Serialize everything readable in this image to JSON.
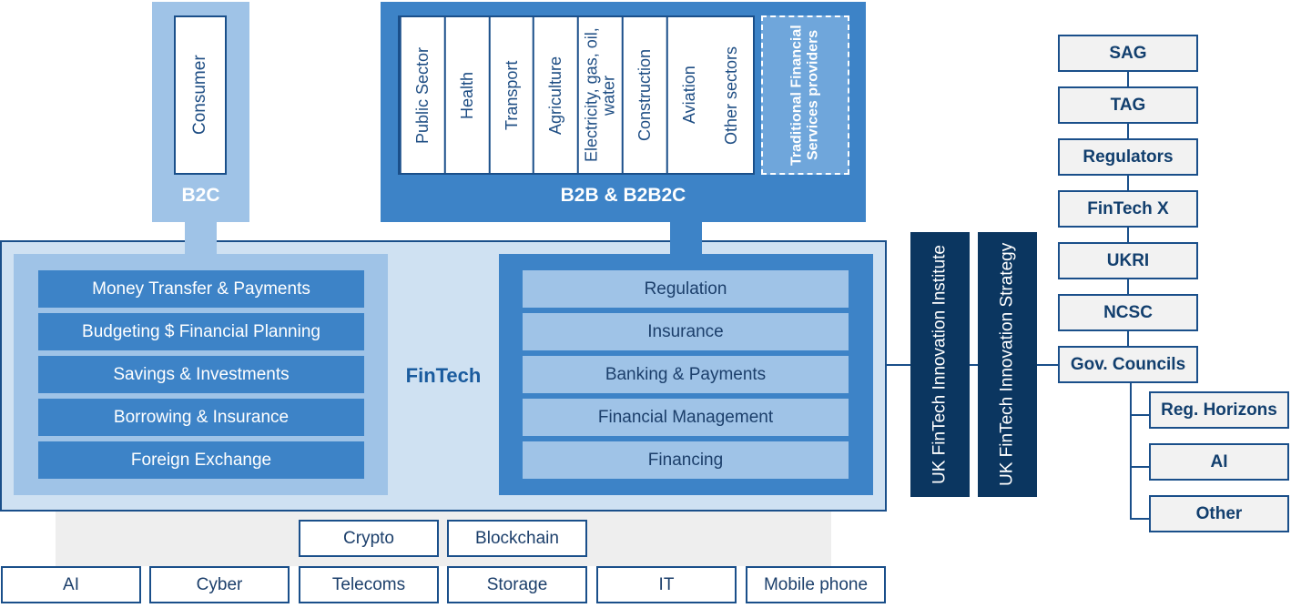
{
  "b2c": {
    "label": "B2C",
    "consumer": "Consumer"
  },
  "b2b": {
    "label": "B2B & B2B2C",
    "sectors": [
      "Public Sector",
      "Health",
      "Transport",
      "Agriculture",
      "Electricity, gas, oil, water",
      "Construction",
      "Aviation",
      "Other sectors"
    ],
    "traditional": "Traditional Financial Services providers"
  },
  "fintech": {
    "label": "FinTech",
    "b2c_services": [
      "Money Transfer & Payments",
      "Budgeting $ Financial Planning",
      "Savings & Investments",
      "Borrowing & Insurance",
      "Foreign Exchange"
    ],
    "b2b_services": [
      "Regulation",
      "Insurance",
      "Banking & Payments",
      "Financial Management",
      "Financing"
    ]
  },
  "uk": {
    "institute": "UK FinTech Innovation Institute",
    "strategy": "UK FinTech Innovation Strategy"
  },
  "org_chart": {
    "chain": [
      "SAG",
      "TAG",
      "Regulators",
      "FinTech X",
      "UKRI",
      "NCSC",
      "Gov. Councils"
    ],
    "councils": [
      "Reg. Horizons",
      "AI",
      "Other"
    ]
  },
  "technologies": {
    "row1": [
      "Crypto",
      "Blockchain"
    ],
    "row2": [
      "AI",
      "Cyber",
      "Telecoms",
      "Storage",
      "IT",
      "Mobile phone"
    ]
  },
  "colors": {
    "dark_navy": "#0b3660",
    "mid_blue": "#3d83c7",
    "light_blue": "#9fc3e7",
    "pale_blue": "#cfe1f2",
    "border_blue": "#1a4f8a"
  }
}
